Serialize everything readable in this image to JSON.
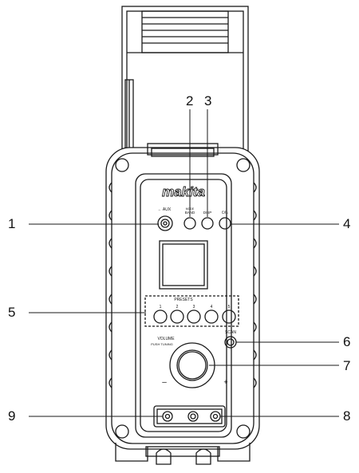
{
  "brand": "makita",
  "controls": {
    "aux_label": "← AUX",
    "band_label": "BAND",
    "band_sublabel": "MODE",
    "display_label": "DISP",
    "power_label": "⏻/⌂",
    "presets_label": "PRESETS",
    "preset_numbers": [
      "1",
      "2",
      "3",
      "4",
      "5"
    ],
    "scan_label": "SCAN",
    "volume_label": "VOLUME",
    "volume_sublabel": "PUSH TUNING",
    "minus": "–",
    "plus": "+"
  },
  "callouts": [
    "1",
    "2",
    "3",
    "4",
    "5",
    "6",
    "7",
    "8",
    "9"
  ],
  "colors": {
    "line": "#1a1a1a",
    "body": "#ffffff",
    "display": "#ffffff"
  }
}
